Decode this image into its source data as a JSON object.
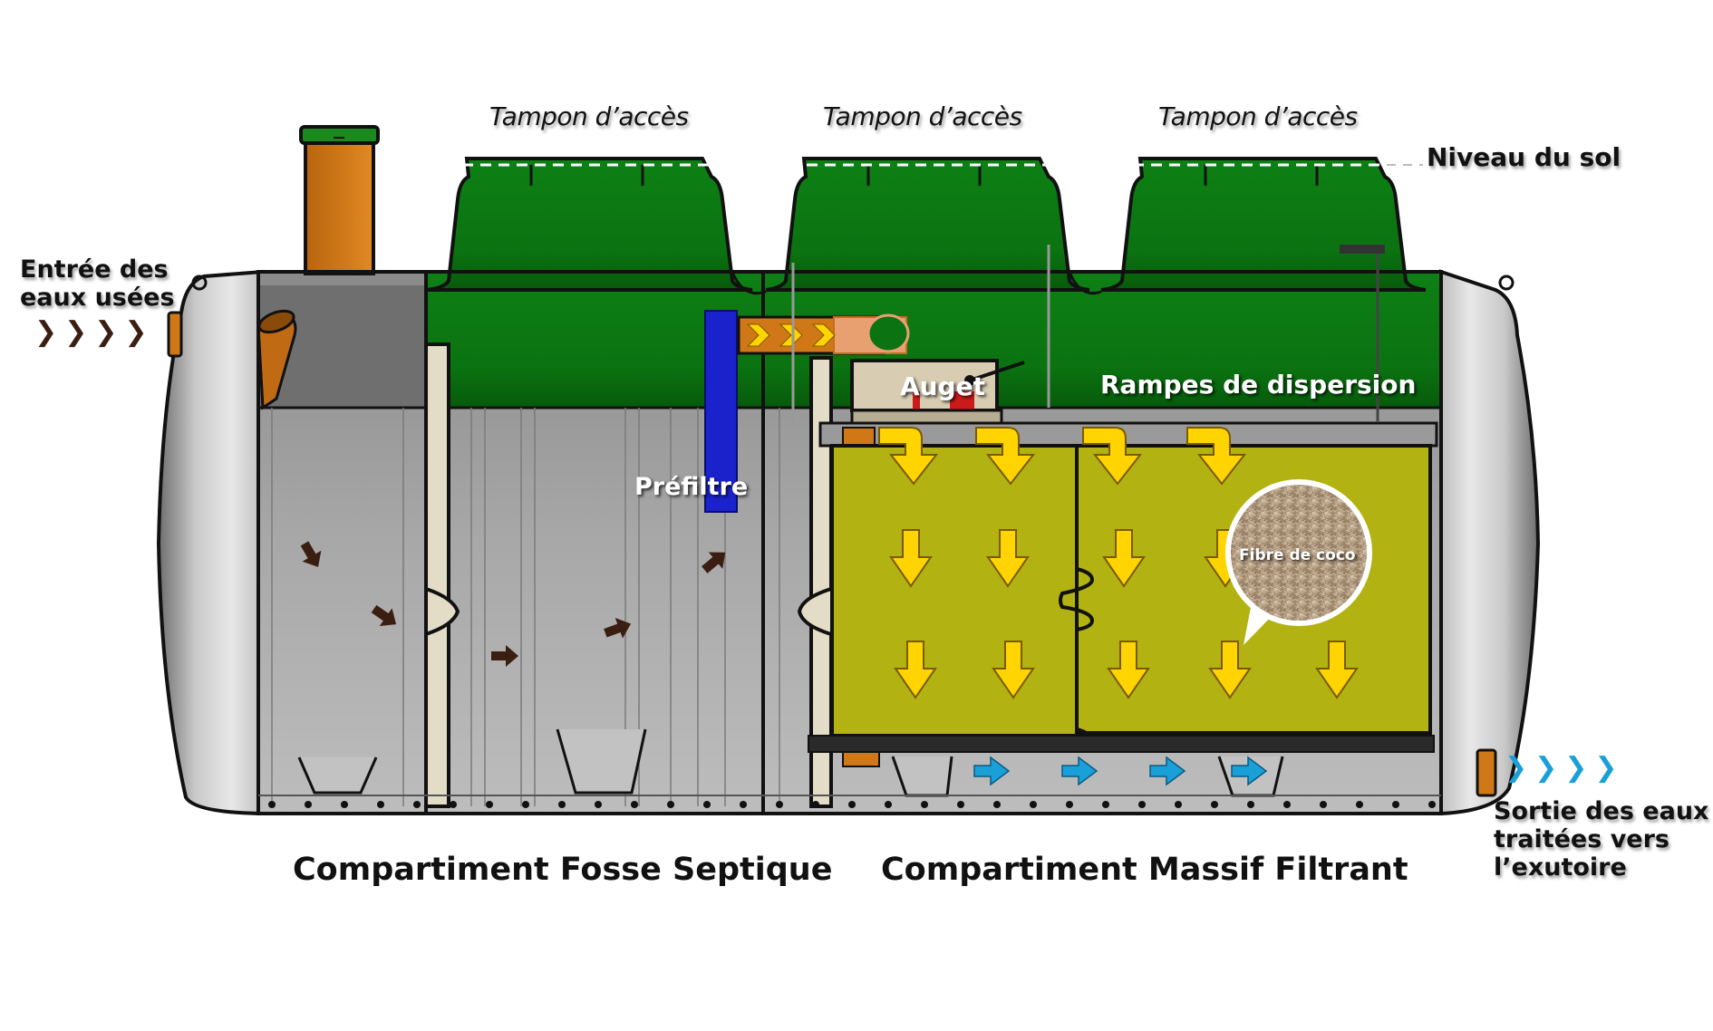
{
  "diagram": {
    "type": "micro-station d'épuration (cross-section)",
    "labels": {
      "access_lid_1": "Tampon d’accès",
      "access_lid_2": "Tampon d’accès",
      "access_lid_3": "Tampon d’accès",
      "ground_level": "Niveau du sol",
      "inlet_line1": "Entrée des",
      "inlet_line2": "eaux usées",
      "outlet_line1": "Sortie des eaux",
      "outlet_line2": "traitées vers",
      "outlet_line3": "l’exutoire",
      "prefilter": "Préfiltre",
      "trough": "Auget",
      "dispersion": "Rampes de dispersion",
      "media": "Fibre de coco",
      "compartment_septic": "Compartiment Fosse Septique",
      "compartment_filter": "Compartiment Massif Filtrant"
    },
    "arrows": {
      "inlet_glyph": "❯",
      "outlet_glyph": "❯",
      "inlet_count": 4,
      "outlet_count": 4,
      "pipe_count": 3
    },
    "colors": {
      "lid_green": "#0b7a12",
      "lid_green_dark": "#075e0c",
      "tank_gray": "#a9a9a9",
      "tank_gray_light": "#c8c8c8",
      "endcap": "#d9d9d9",
      "filter_olive": "#b2b212",
      "flow_yellow": "#ffd400",
      "flow_brown": "#3b1e12",
      "flow_blue": "#1aa0d8",
      "prefilter_blue": "#1a22cc",
      "pipe_orange": "#d07818",
      "trough_beige": "#d8cdb2",
      "trough_red": "#cc1a1a",
      "divider_beige": "#e3dcc6"
    }
  }
}
